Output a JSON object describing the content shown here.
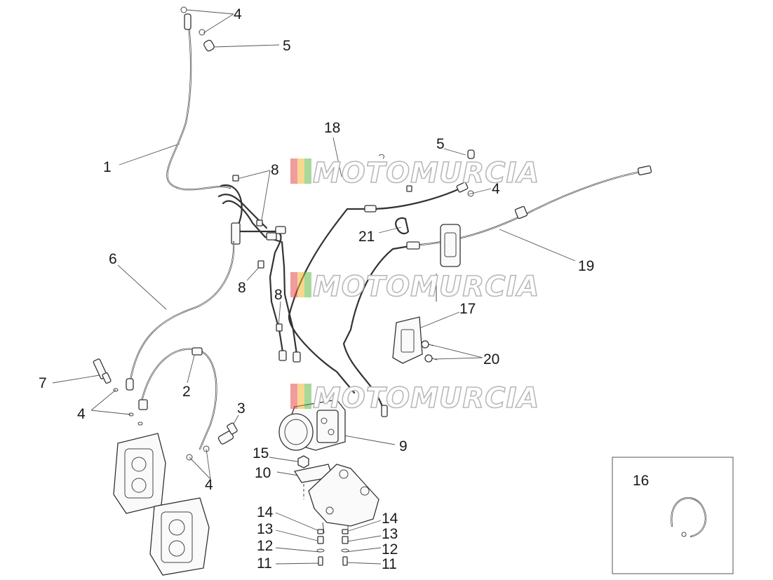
{
  "watermark": {
    "text": "MOTOMURCIA",
    "colors": [
      "#e5484d",
      "#f2b632",
      "#5fba47",
      "#9b9b9b"
    ]
  },
  "callouts": [
    {
      "id": "c1",
      "label": "1"
    },
    {
      "id": "c2",
      "label": "2"
    },
    {
      "id": "c3",
      "label": "3"
    },
    {
      "id": "c4a",
      "label": "4"
    },
    {
      "id": "c4b",
      "label": "4"
    },
    {
      "id": "c4c",
      "label": "4"
    },
    {
      "id": "c4d",
      "label": "4"
    },
    {
      "id": "c5a",
      "label": "5"
    },
    {
      "id": "c5b",
      "label": "5"
    },
    {
      "id": "c6",
      "label": "6"
    },
    {
      "id": "c7",
      "label": "7"
    },
    {
      "id": "c8a",
      "label": "8"
    },
    {
      "id": "c8b",
      "label": "8"
    },
    {
      "id": "c8c",
      "label": "8"
    },
    {
      "id": "c9",
      "label": "9"
    },
    {
      "id": "c10",
      "label": "10"
    },
    {
      "id": "c11a",
      "label": "11"
    },
    {
      "id": "c11b",
      "label": "11"
    },
    {
      "id": "c12a",
      "label": "12"
    },
    {
      "id": "c12b",
      "label": "12"
    },
    {
      "id": "c13a",
      "label": "13"
    },
    {
      "id": "c13b",
      "label": "13"
    },
    {
      "id": "c14a",
      "label": "14"
    },
    {
      "id": "c14b",
      "label": "14"
    },
    {
      "id": "c15",
      "label": "15"
    },
    {
      "id": "c16",
      "label": "16"
    },
    {
      "id": "c17",
      "label": "17"
    },
    {
      "id": "c18",
      "label": "18"
    },
    {
      "id": "c19",
      "label": "19"
    },
    {
      "id": "c20",
      "label": "20"
    },
    {
      "id": "c21",
      "label": "21"
    }
  ]
}
